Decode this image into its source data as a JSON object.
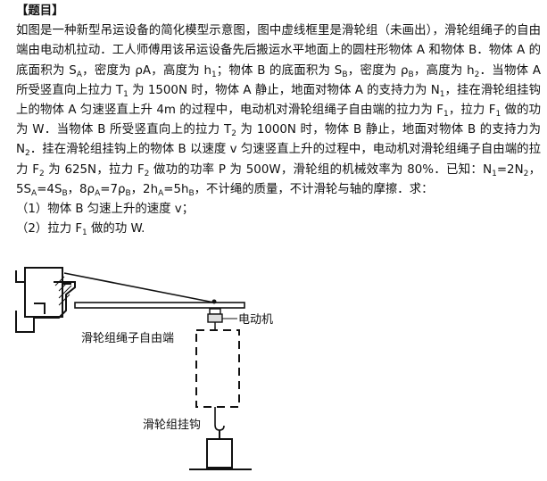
{
  "problem": {
    "heading": "【题目】",
    "paragraph": "如图是一种新型吊运设备的简化模型示意图，图中虚线框里是滑轮组（未画出），滑轮组绳子的自由端由电动机拉动．工人师傅用该吊运设备先后搬运水平地面上的圆柱形物体 A 和物体 B．物体 A 的底面积为 S_A，密度为 ρA，高度为 h_1；物体 B 的底面积为 S_B，密度为 ρ_B，高度为 h_2．当物体 A 所受竖直向上拉力 T_1 为 1500N 时，物体 A 静止，地面对物体 A 的支持力为 N_1，挂在滑轮组挂钩上的物体 A 匀速竖直上升 4m 的过程中，电动机对滑轮组绳子自由端的拉力为 F_1，拉力 F_1 做的功为 W．当物体 B 所受竖直向上的拉力 T_2 为 1000N 时，物体 B 静止，地面对物体 B 的支持力为 N_2．挂在滑轮组挂钩上的物体 B 以速度 v 匀速竖直上升的过程中，电动机对滑轮组绳子自由端的拉力 F_2 为 625N，拉力 F_2 做功的功率 P 为 500W，滑轮组的机械效率为 80%．已知：N_1=2N_2，5S_A=4S_B，8ρ_A=7ρ_B，2h_A=5h_B，不计绳的质量，不计滑轮与轴的摩擦．求：",
    "questions": [
      "（1）物体 B 匀速上升的速度 v；",
      "（2）拉力 F_1 做的功 W."
    ]
  },
  "figure": {
    "labels": {
      "motor": "电动机",
      "rope_free_end": "滑轮组绳子自由端",
      "hook": "滑轮组挂钩"
    }
  }
}
